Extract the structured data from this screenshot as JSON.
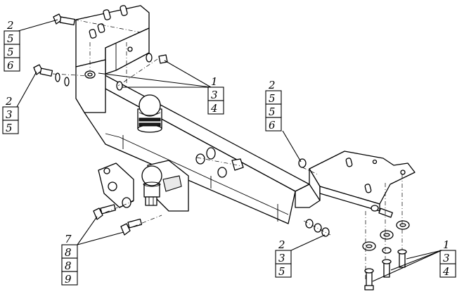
{
  "callouts": [
    {
      "id": "top-left",
      "labels": [
        "2",
        "5",
        "5",
        "6"
      ]
    },
    {
      "id": "mid-left",
      "labels": [
        "2",
        "3",
        "5"
      ]
    },
    {
      "id": "center-top",
      "labels": [
        "1",
        "3",
        "4"
      ]
    },
    {
      "id": "right-upper",
      "labels": [
        "2",
        "5",
        "5",
        "6"
      ]
    },
    {
      "id": "bottom-left",
      "labels": [
        "7",
        "8",
        "8",
        "9"
      ]
    },
    {
      "id": "bottom-center",
      "labels": [
        "2",
        "3",
        "5"
      ]
    },
    {
      "id": "bottom-right",
      "labels": [
        "1",
        "3",
        "4"
      ]
    }
  ]
}
